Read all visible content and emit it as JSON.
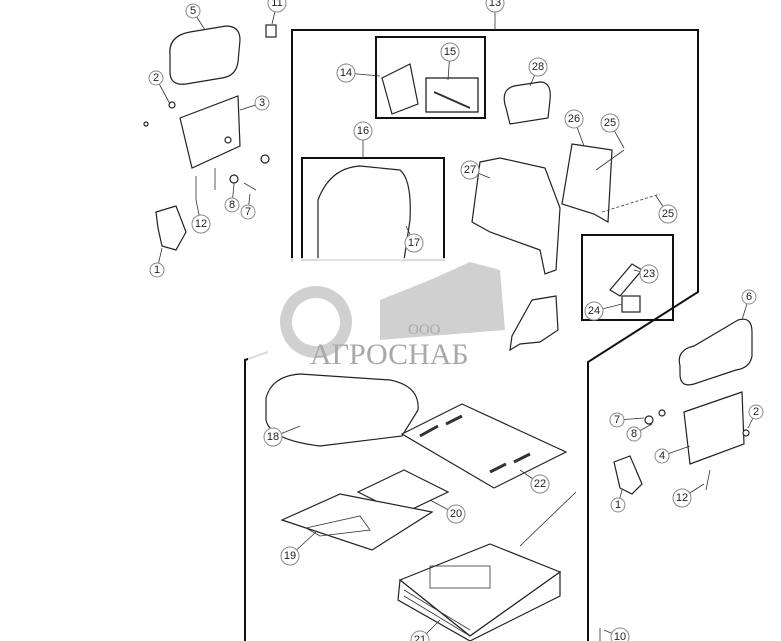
{
  "diagram": {
    "watermark": {
      "prefix": "ООО",
      "name": "АГРОСНАБ"
    },
    "callouts": [
      "5",
      "11",
      "13",
      "2",
      "3",
      "14",
      "15",
      "28",
      "26",
      "25",
      "16",
      "27",
      "25",
      "12",
      "8",
      "7",
      "1",
      "17",
      "23",
      "24",
      "6",
      "18",
      "7",
      "8",
      "2",
      "4",
      "22",
      "20",
      "1",
      "12",
      "19",
      "21",
      "10"
    ]
  }
}
